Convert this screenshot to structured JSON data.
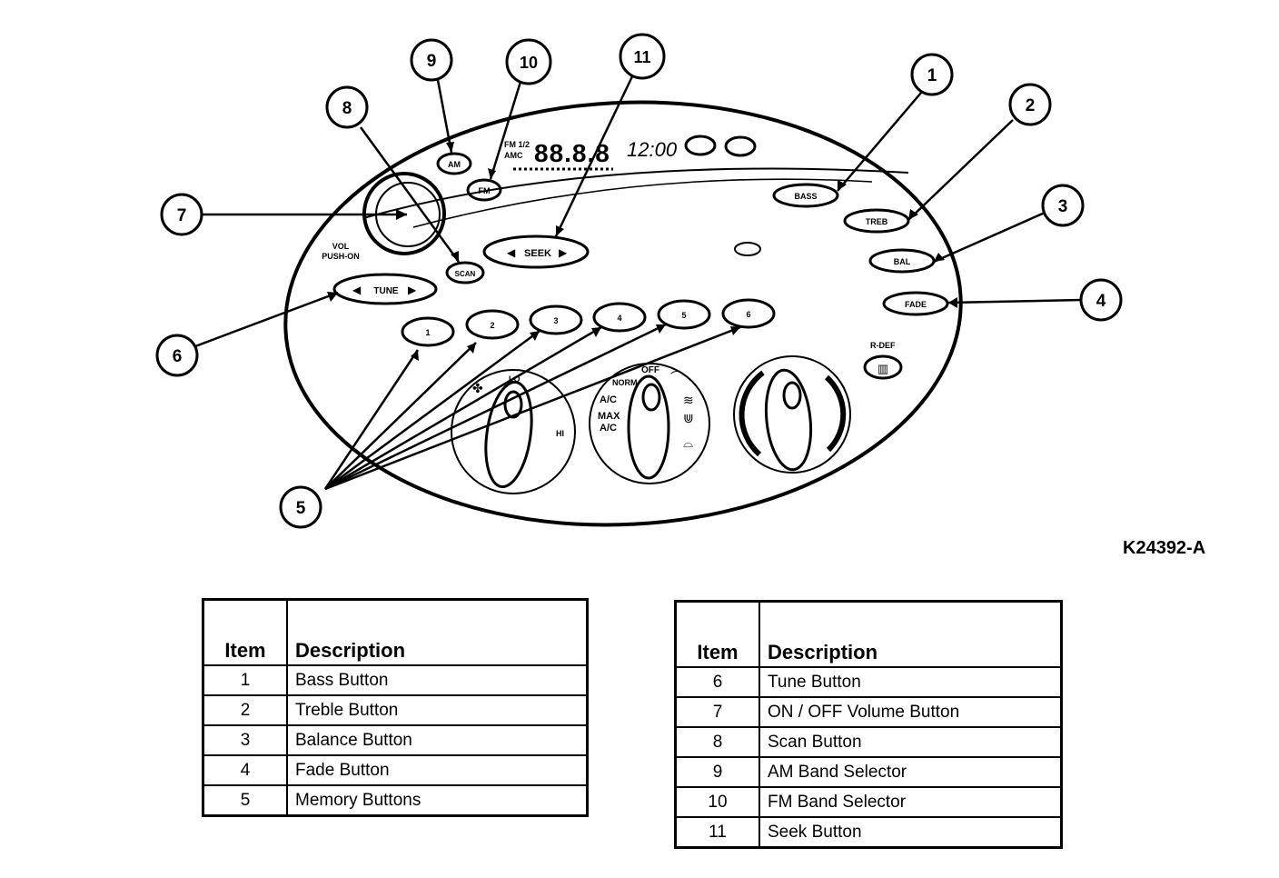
{
  "figure_id": "K24392-A",
  "callouts": [
    "1",
    "2",
    "3",
    "4",
    "5",
    "6",
    "7",
    "8",
    "9",
    "10",
    "11"
  ],
  "panel": {
    "display_band": [
      "FM 1/2",
      "AMC"
    ],
    "display_digits": "88.8.8",
    "clock": "12:00",
    "buttons": {
      "am": "AM",
      "fm": "FM",
      "seek": "SEEK",
      "scan": "SCAN",
      "tune": "TUNE",
      "bass": "BASS",
      "treb": "TREB",
      "bal": "BAL",
      "fade": "FADE",
      "vol": "VOL",
      "push_on": "PUSH-ON",
      "presets": [
        "1",
        "2",
        "3",
        "4",
        "5",
        "6"
      ]
    },
    "climate": {
      "off": "OFF",
      "norm": "NORM",
      "ac": "A/C",
      "max": "MAX",
      "max_ac": "A/C",
      "lo": "LO",
      "hi": "HI",
      "rdef": "R-DEF"
    }
  },
  "legend_left": {
    "headers": [
      "Item",
      "Description"
    ],
    "rows": [
      {
        "item": "1",
        "description": "Bass Button"
      },
      {
        "item": "2",
        "description": "Treble Button"
      },
      {
        "item": "3",
        "description": "Balance Button"
      },
      {
        "item": "4",
        "description": "Fade Button"
      },
      {
        "item": "5",
        "description": "Memory Buttons"
      }
    ]
  },
  "legend_right": {
    "headers": [
      "Item",
      "Description"
    ],
    "rows": [
      {
        "item": "6",
        "description": "Tune Button"
      },
      {
        "item": "7",
        "description": "ON / OFF Volume Button"
      },
      {
        "item": "8",
        "description": "Scan Button"
      },
      {
        "item": "9",
        "description": "AM Band Selector"
      },
      {
        "item": "10",
        "description": "FM Band Selector"
      },
      {
        "item": "11",
        "description": "Seek Button"
      }
    ]
  }
}
